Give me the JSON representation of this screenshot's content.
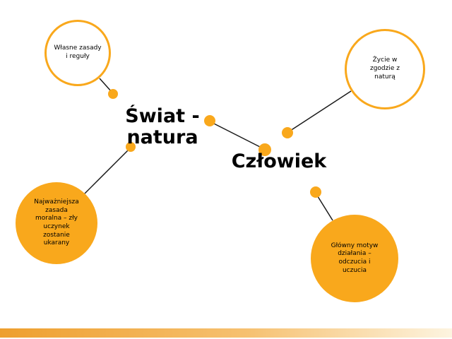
{
  "colors": {
    "accent": "#F9A81C",
    "line": "#1a1a1a",
    "bar_gradient_start": "#EE9F2E",
    "bar_gradient_mid": "#F6C171",
    "bar_gradient_end": "#FDF4E0"
  },
  "nodes": {
    "swiat_natura": {
      "label": "Świat -\nnatura"
    },
    "czlowiek": {
      "label": "Człowiek"
    },
    "wlasne_zasady": {
      "label": "Własne zasady\ni reguły"
    },
    "zycie_w_zgodzie": {
      "label": "Życie w\nzgodzie z\nnaturą"
    },
    "najwazniejsza_zasada": {
      "label": "Najważniejsza\nzasada\nmoralna – zły\nuczynek\nzostanie\nukarany"
    },
    "glowny_motyw": {
      "label": "Główny motyw\ndziałania –\nodczucia i\nuczucia"
    }
  }
}
